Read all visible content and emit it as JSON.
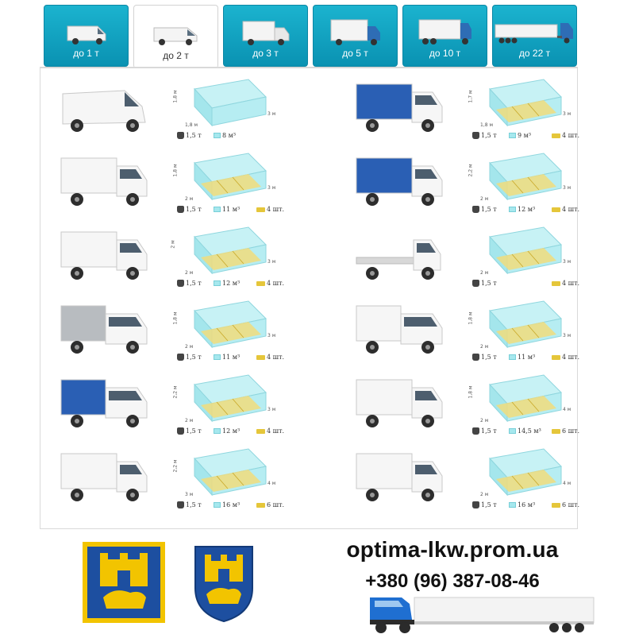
{
  "tabs": [
    {
      "label": "до 1 т",
      "icon": "minivan-icon",
      "active": false
    },
    {
      "label": "до 2 т",
      "icon": "van-icon",
      "active": true
    },
    {
      "label": "до 3 т",
      "icon": "box-truck-small-icon",
      "active": false
    },
    {
      "label": "до 5 т",
      "icon": "box-truck-icon",
      "active": false
    },
    {
      "label": "до 10 т",
      "icon": "truck-large-icon",
      "active": false
    },
    {
      "label": "до 22 т",
      "icon": "semi-trailer-icon",
      "active": false
    }
  ],
  "vehicles_left": [
    {
      "truck": "cargo-van",
      "height": "1,8 м",
      "width": "1,8 м",
      "length": "3 м",
      "weight": "1,5 т",
      "volume": "8 м³",
      "pallets": ""
    },
    {
      "truck": "box-truck",
      "height": "1,8 м",
      "width": "2 м",
      "length": "3 м",
      "weight": "1,5 т",
      "volume": "11 м³",
      "pallets": "4 шт."
    },
    {
      "truck": "box-truck",
      "height": "2 м",
      "width": "2 м",
      "length": "3 м",
      "weight": "1,5 т",
      "volume": "12 м³",
      "pallets": "4 шт."
    },
    {
      "truck": "double-cab-tarp",
      "height": "1,8 м",
      "width": "2 м",
      "length": "3 м",
      "weight": "1,5 т",
      "volume": "11 м³",
      "pallets": "4 шт."
    },
    {
      "truck": "double-cab-blue",
      "height": "2,2 м",
      "width": "2 м",
      "length": "3 м",
      "weight": "1,5 т",
      "volume": "12 м³",
      "pallets": "4 шт."
    },
    {
      "truck": "box-truck-tall",
      "height": "2,2 м",
      "width": "3 м",
      "length": "4 м",
      "weight": "1,5 т",
      "volume": "16 м³",
      "pallets": "6 шт."
    }
  ],
  "vehicles_right": [
    {
      "truck": "blue-tarp",
      "height": "1,7 м",
      "width": "1,8 м",
      "length": "3 м",
      "weight": "1,5 т",
      "volume": "9 м³",
      "pallets": "4 шт."
    },
    {
      "truck": "blue-tarp-tall",
      "height": "2,2 м",
      "width": "2 м",
      "length": "3 м",
      "weight": "1,5 т",
      "volume": "12 м³",
      "pallets": "4 шт."
    },
    {
      "truck": "flatbed",
      "height": "",
      "width": "2 м",
      "length": "3 м",
      "weight": "1,5 т",
      "volume": "",
      "pallets": "4 шт."
    },
    {
      "truck": "double-cab-box",
      "height": "1,8 м",
      "width": "2 м",
      "length": "3 м",
      "weight": "1,5 т",
      "volume": "11 м³",
      "pallets": "4 шт."
    },
    {
      "truck": "box-truck-long",
      "height": "1,8 м",
      "width": "2 м",
      "length": "4 м",
      "weight": "1,5 т",
      "volume": "14,5 м³",
      "pallets": "6 шт."
    },
    {
      "truck": "box-truck-tall",
      "height": "",
      "width": "2 м",
      "length": "4 м",
      "weight": "1,5 т",
      "volume": "16 м³",
      "pallets": "6 шт."
    }
  ],
  "footer": {
    "website": "optima-lkw.prom.ua",
    "phone": "+380 (96) 387-08-46"
  },
  "colors": {
    "tab_blue": "#12a6c4",
    "cargo_box": "#9fe6ee",
    "flag_blue": "#1d4fa0",
    "flag_gold": "#f2c400"
  }
}
